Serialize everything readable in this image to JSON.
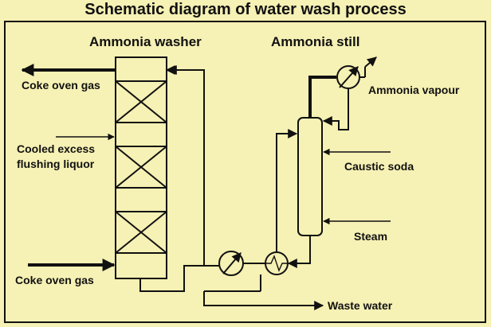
{
  "title": "Schematic diagram of water wash process",
  "colors": {
    "background": "#f6f1b4",
    "ink": "#111111"
  },
  "units": {
    "washer": "Ammonia washer",
    "still": "Ammonia still"
  },
  "streams": {
    "coke_gas_out": "Coke oven gas",
    "flushing_liquor_line1": "Cooled excess",
    "flushing_liquor_line2": "flushing liquor",
    "coke_gas_in": "Coke oven gas",
    "ammonia_vapour": "Ammonia vapour",
    "caustic_soda": "Caustic soda",
    "steam": "Steam",
    "waste_water": "Waste water"
  }
}
